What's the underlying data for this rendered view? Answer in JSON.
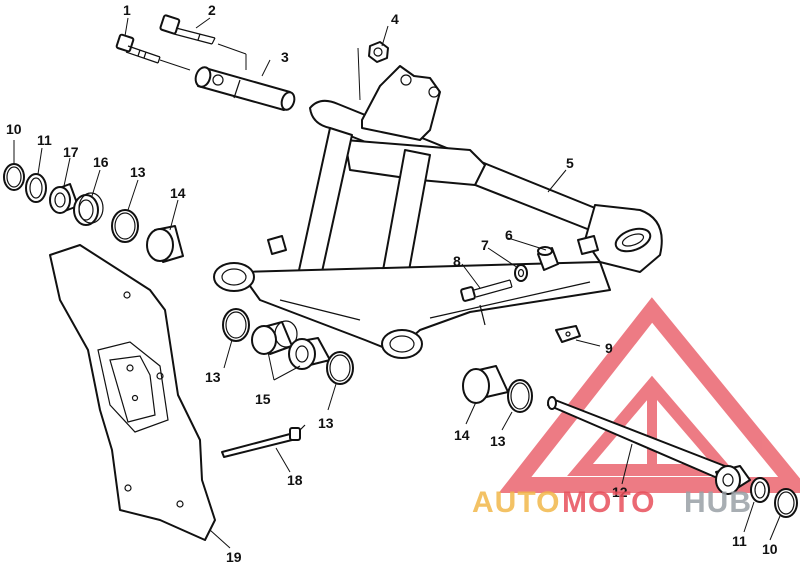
{
  "diagram": {
    "callouts": [
      {
        "id": "c1",
        "label": "1"
      },
      {
        "id": "c2",
        "label": "2"
      },
      {
        "id": "c3",
        "label": "3"
      },
      {
        "id": "c4",
        "label": "4"
      },
      {
        "id": "c5",
        "label": "5"
      },
      {
        "id": "c6",
        "label": "6"
      },
      {
        "id": "c7",
        "label": "7"
      },
      {
        "id": "c8",
        "label": "8"
      },
      {
        "id": "c9",
        "label": "9"
      },
      {
        "id": "c10a",
        "label": "10"
      },
      {
        "id": "c11a",
        "label": "11"
      },
      {
        "id": "c17",
        "label": "17"
      },
      {
        "id": "c16",
        "label": "16"
      },
      {
        "id": "c13a",
        "label": "13"
      },
      {
        "id": "c14a",
        "label": "14"
      },
      {
        "id": "c13b",
        "label": "13"
      },
      {
        "id": "c15",
        "label": "15"
      },
      {
        "id": "c13c",
        "label": "13"
      },
      {
        "id": "c18",
        "label": "18"
      },
      {
        "id": "c14b",
        "label": "14"
      },
      {
        "id": "c13d",
        "label": "13"
      },
      {
        "id": "c12",
        "label": "12"
      },
      {
        "id": "c11b",
        "label": "11"
      },
      {
        "id": "c10b",
        "label": "10"
      },
      {
        "id": "c19",
        "label": "19"
      }
    ]
  },
  "watermark": {
    "part1": "AUTO",
    "part2": "MOTO",
    "part3": "HUB",
    "colors": {
      "auto": "#f2b84b",
      "moto": "#e8505b",
      "hub": "#9aa0a6",
      "triangle": "#e8505b"
    }
  }
}
